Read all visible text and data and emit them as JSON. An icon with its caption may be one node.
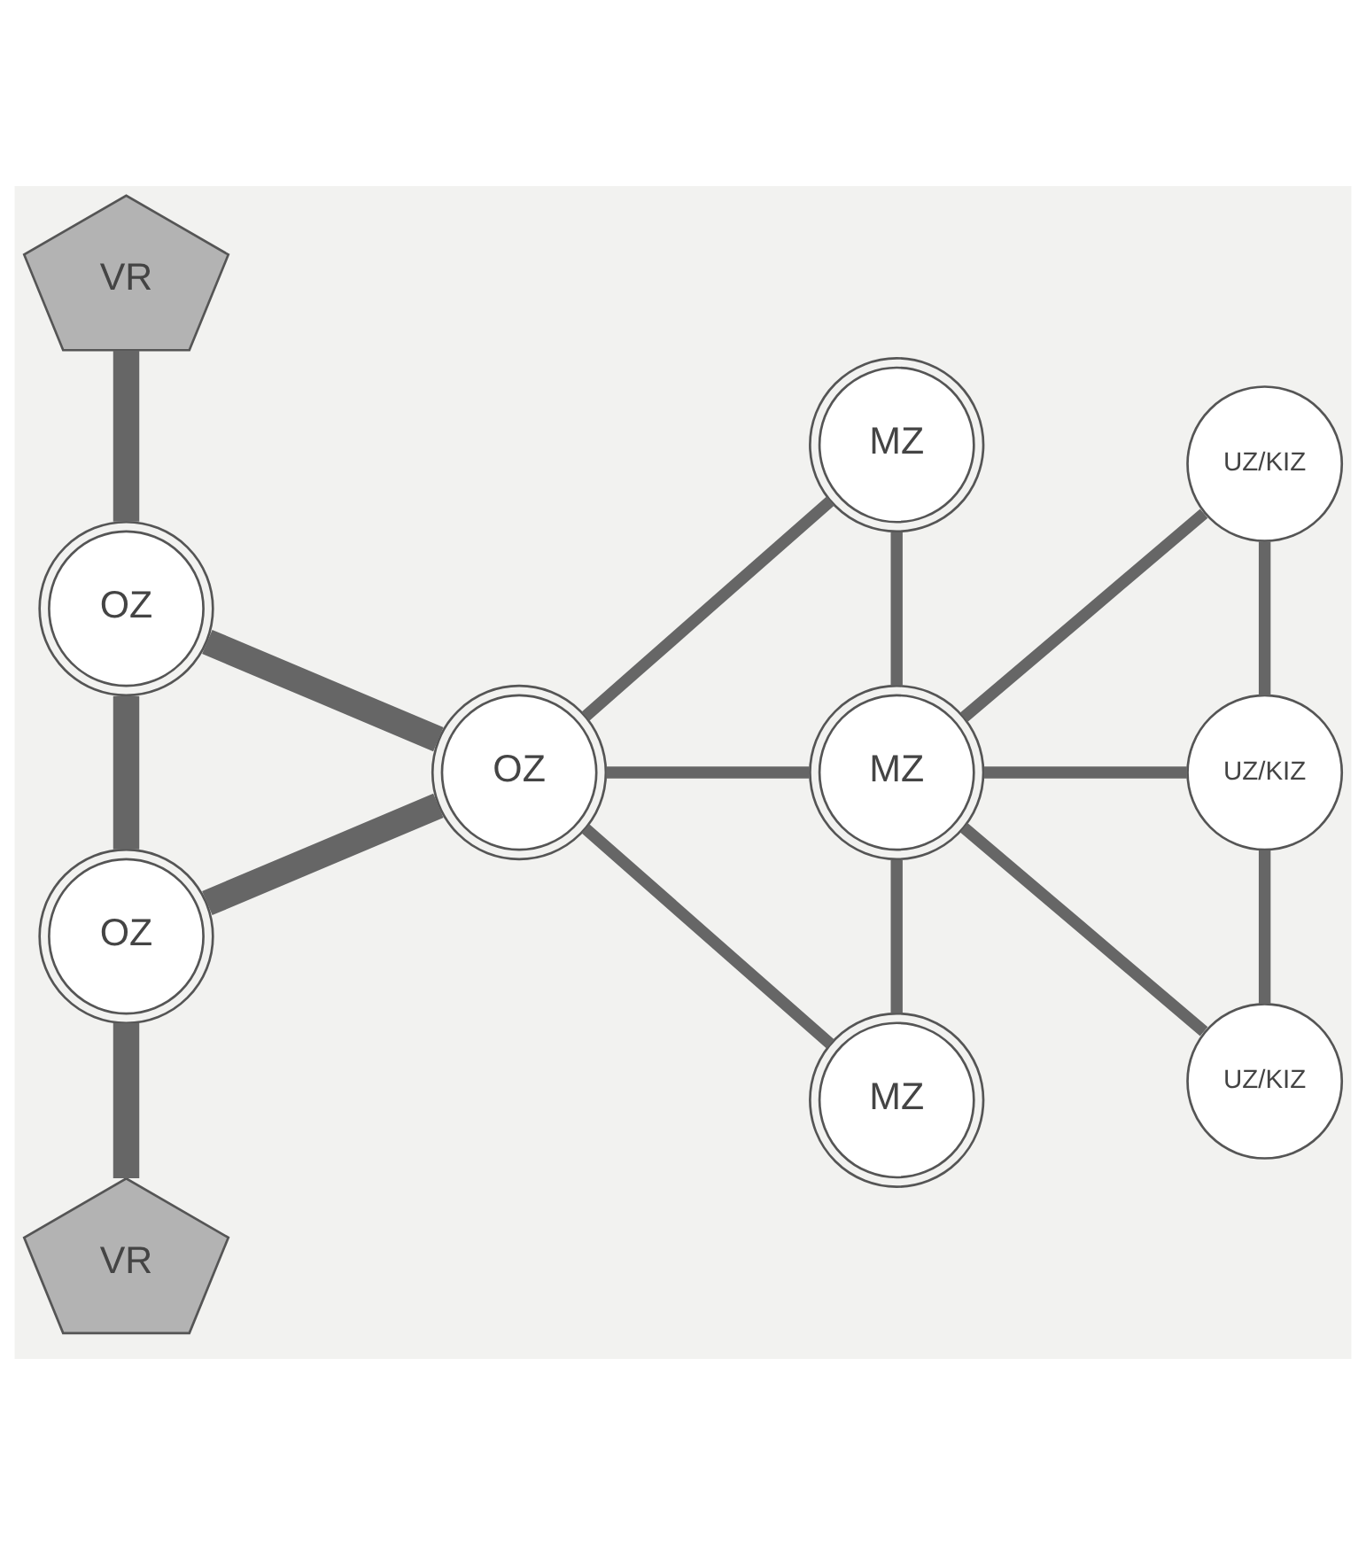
{
  "diagram": {
    "nodes": [
      {
        "text": [
          "VR"
        ]
      },
      {
        "text": [
          "MZ"
        ]
      },
      {
        "text": [
          "UZ/KIZ"
        ]
      },
      {
        "text": [
          "OZ"
        ]
      },
      {
        "text": [
          "OZ"
        ]
      },
      {
        "text": [
          "MZ"
        ]
      },
      {
        "text": [
          "UZ/KIZ"
        ]
      },
      {
        "text": [
          "OZ"
        ]
      },
      {
        "text": [
          "UZ/KIZ"
        ]
      },
      {
        "text": [
          "MZ"
        ]
      },
      {
        "text": [
          "VR"
        ]
      }
    ],
    "edges": [
      {
        "from": 0,
        "to": 3,
        "arrow": "none",
        "style": "thick"
      },
      {
        "from": 3,
        "to": 7,
        "arrow": "none",
        "style": "thick"
      },
      {
        "from": 3,
        "to": 4,
        "arrow": "none",
        "style": "thick"
      },
      {
        "from": 7,
        "to": 4,
        "arrow": "none",
        "style": "thick"
      },
      {
        "from": 7,
        "to": 10,
        "arrow": "none",
        "style": "thick"
      },
      {
        "from": 4,
        "to": 1,
        "arrow": "none"
      },
      {
        "from": 4,
        "to": 5,
        "arrow": "none"
      },
      {
        "from": 4,
        "to": 9,
        "arrow": "none"
      },
      {
        "from": 1,
        "to": 5,
        "arrow": "none"
      },
      {
        "from": 5,
        "to": 9,
        "arrow": "none"
      },
      {
        "from": 5,
        "to": 2,
        "arrow": "none"
      },
      {
        "from": 5,
        "to": 6,
        "arrow": "none"
      },
      {
        "from": 5,
        "to": 8,
        "arrow": "none"
      },
      {
        "from": 2,
        "to": 6,
        "arrow": "none"
      },
      {
        "from": 6,
        "to": 8,
        "arrow": "none"
      }
    ]
  }
}
